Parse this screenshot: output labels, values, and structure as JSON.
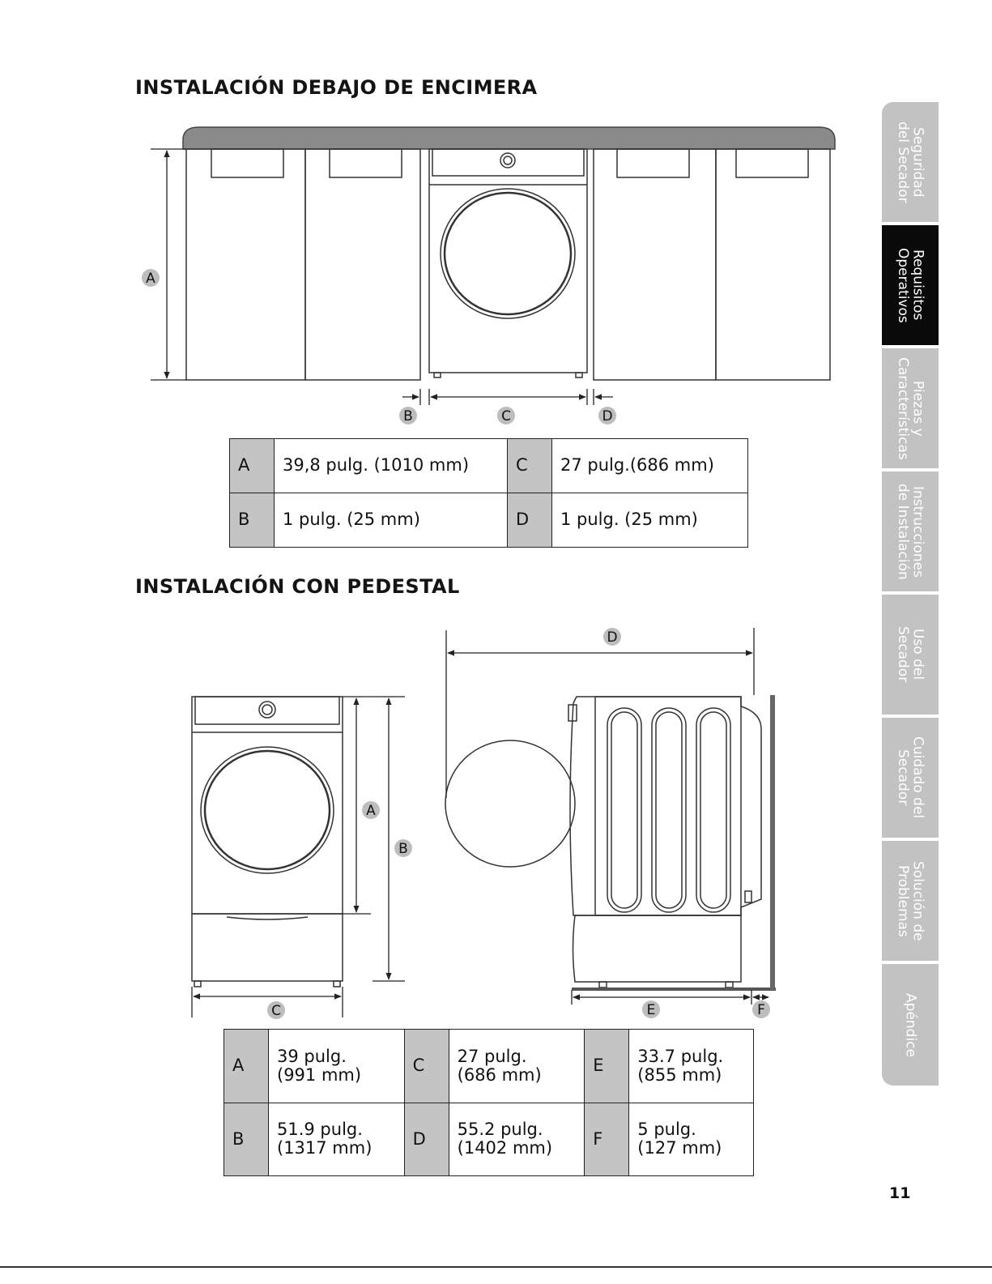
{
  "sections": {
    "under_counter": {
      "title": "INSTALACIÓN DEBAJO DE ENCIMERA",
      "diagram_labels": {
        "a": "A",
        "b": "B",
        "c": "C",
        "d": "D"
      },
      "dimensions": [
        [
          {
            "key": "A",
            "value": "39,8 pulg. (1010 mm)"
          },
          {
            "key": "C",
            "value": "27 pulg.(686 mm)"
          }
        ],
        [
          {
            "key": "B",
            "value": "1 pulg. (25 mm)"
          },
          {
            "key": "D",
            "value": "1 pulg. (25 mm)"
          }
        ]
      ]
    },
    "pedestal": {
      "title": "INSTALACIÓN CON PEDESTAL",
      "diagram_labels": {
        "a": "A",
        "b": "B",
        "c": "C",
        "d": "D",
        "e": "E",
        "f": "F"
      },
      "dimensions": [
        [
          {
            "key": "A",
            "value": "39 pulg.\n(991 mm)"
          },
          {
            "key": "C",
            "value": "27 pulg.\n(686 mm)"
          },
          {
            "key": "E",
            "value": "33.7 pulg.\n(855 mm)"
          }
        ],
        [
          {
            "key": "B",
            "value": "51.9 pulg.\n(1317 mm)"
          },
          {
            "key": "D",
            "value": "55.2 pulg.\n(1402 mm)"
          },
          {
            "key": "F",
            "value": "5 pulg.\n(127 mm)"
          }
        ]
      ]
    }
  },
  "side_tabs": [
    {
      "label": "Seguridad\ndel Secador",
      "active": false
    },
    {
      "label": "Requisitos\nOperativos",
      "active": true
    },
    {
      "label": "Piezas y\nCaracterísticas",
      "active": false
    },
    {
      "label": "Instrucciones\nde Instalación",
      "active": false
    },
    {
      "label": "Uso del\nSecador",
      "active": false
    },
    {
      "label": "Cuidado del\nSecador",
      "active": false
    },
    {
      "label": "Solución de\nProblemas",
      "active": false
    },
    {
      "label": "Apéndice",
      "active": false
    }
  ],
  "page_number": "11",
  "colors": {
    "tab_inactive": "#c2c2c2",
    "tab_active": "#0a0a0a",
    "key_cell": "#c4c4c4",
    "label_circle": "#bdbdbd"
  }
}
